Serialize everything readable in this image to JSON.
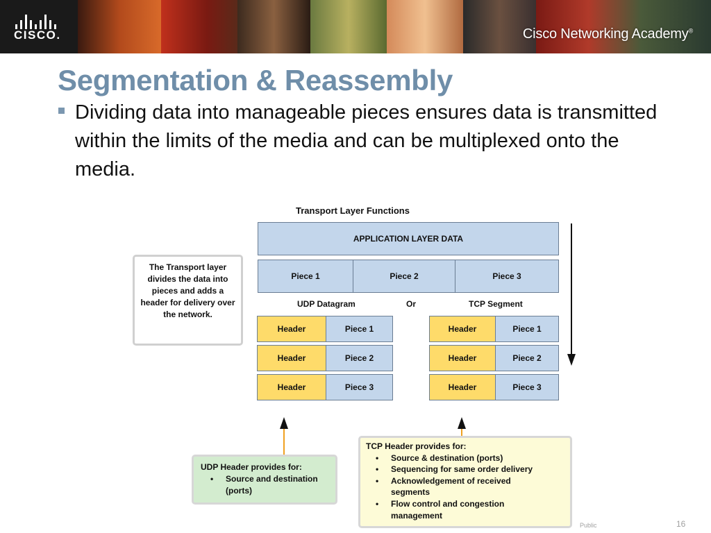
{
  "banner": {
    "logo_text": "CISCO.",
    "academy_title": "Cisco Networking Academy",
    "academy_mark": "®"
  },
  "slide": {
    "title": "Segmentation & Reassembly",
    "bullet": "Dividing data into manageable pieces ensures data is transmitted within the limits of the media and can be multiplexed onto the media."
  },
  "diagram": {
    "title": "Transport Layer Functions",
    "app_data": "APPLICATION LAYER DATA",
    "pieces": [
      "Piece 1",
      "Piece 2",
      "Piece 3"
    ],
    "udp_label": "UDP Datagram",
    "or_label": "Or",
    "tcp_label": "TCP Segment",
    "udp_rows": [
      {
        "header": "Header",
        "piece": "Piece 1"
      },
      {
        "header": "Header",
        "piece": "Piece 2"
      },
      {
        "header": "Header",
        "piece": "Piece 3"
      }
    ],
    "tcp_rows": [
      {
        "header": "Header",
        "piece": "Piece 1"
      },
      {
        "header": "Header",
        "piece": "Piece 2"
      },
      {
        "header": "Header",
        "piece": "Piece 3"
      }
    ],
    "transport_note": "The Transport layer divides the data into pieces and adds a header for delivery over the network.",
    "udp_note": {
      "heading": "UDP Header provides for:",
      "items": [
        "Source and destination (ports)"
      ]
    },
    "tcp_note": {
      "heading": "TCP Header provides for:",
      "items": [
        "Source & destination (ports)",
        "Sequencing for same order delivery",
        "Acknowledgement of received segments",
        "Flow control and congestion management"
      ]
    },
    "colors": {
      "piece_blue": "#c3d6eb",
      "header_yellow": "#fedb6a",
      "arrow_orange": "#f0a020"
    }
  },
  "footer": {
    "classification": "Public",
    "page_number": "16"
  }
}
